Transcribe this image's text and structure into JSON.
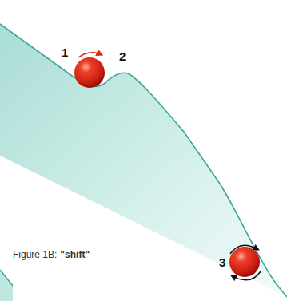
{
  "diagram": {
    "labels": [
      "1",
      "2",
      "3",
      "Figure 1B:",
      "\"shift\""
    ]
  }
}
